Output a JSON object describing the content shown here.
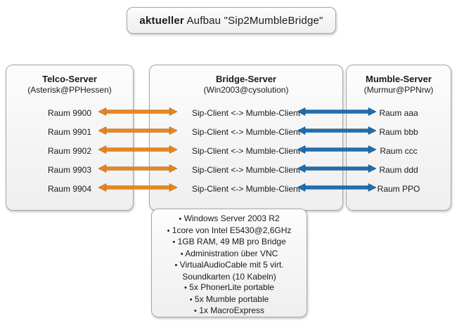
{
  "title": {
    "strong": "aktueller",
    "rest": " Aufbau \"Sip2MumbleBridge\""
  },
  "colors": {
    "arrow_orange": "#E8871E",
    "arrow_blue": "#1F6FB2",
    "panel_border": "#A6A6A6",
    "background": "#FFFFFF"
  },
  "panels": {
    "telco": {
      "title": "Telco-Server",
      "subtitle": "(Asterisk@PPHessen)",
      "rows": [
        "Raum 9900",
        "Raum 9901",
        "Raum 9902",
        "Raum 9903",
        "Raum 9904"
      ]
    },
    "bridge": {
      "title": "Bridge-Server",
      "subtitle": "(Win2003@cysolution)",
      "rows": [
        "Sip-Client <-> Mumble-Client",
        "Sip-Client <-> Mumble-Client",
        "Sip-Client <-> Mumble-Client",
        "Sip-Client <-> Mumble-Client",
        "Sip-Client <-> Mumble-Client"
      ]
    },
    "mumble": {
      "title": "Mumble-Server",
      "subtitle": "(Murmur@PPNrw)",
      "rows": [
        "Raum aaa",
        "Raum bbb",
        "Raum ccc",
        "Raum ddd",
        "Raum PPO"
      ]
    }
  },
  "specs": {
    "items": [
      "Windows Server 2003 R2",
      "1core von Intel E5430@2,6GHz",
      "1GB RAM, 49 MB pro Bridge",
      "Administration über VNC",
      "VirtualAudioCable mit 5 virt.\nSoundkarten (10 Kabeln)",
      "5x PhonerLite portable",
      "5x Mumble portable",
      "1x MacroExpress"
    ],
    "bullet": "•"
  },
  "connections": {
    "telco_to_bridge": {
      "style": "double-headed",
      "color": "#E8871E",
      "count": 5
    },
    "bridge_to_mumble": {
      "style": "double-headed",
      "color": "#1F6FB2",
      "count": 5
    }
  }
}
